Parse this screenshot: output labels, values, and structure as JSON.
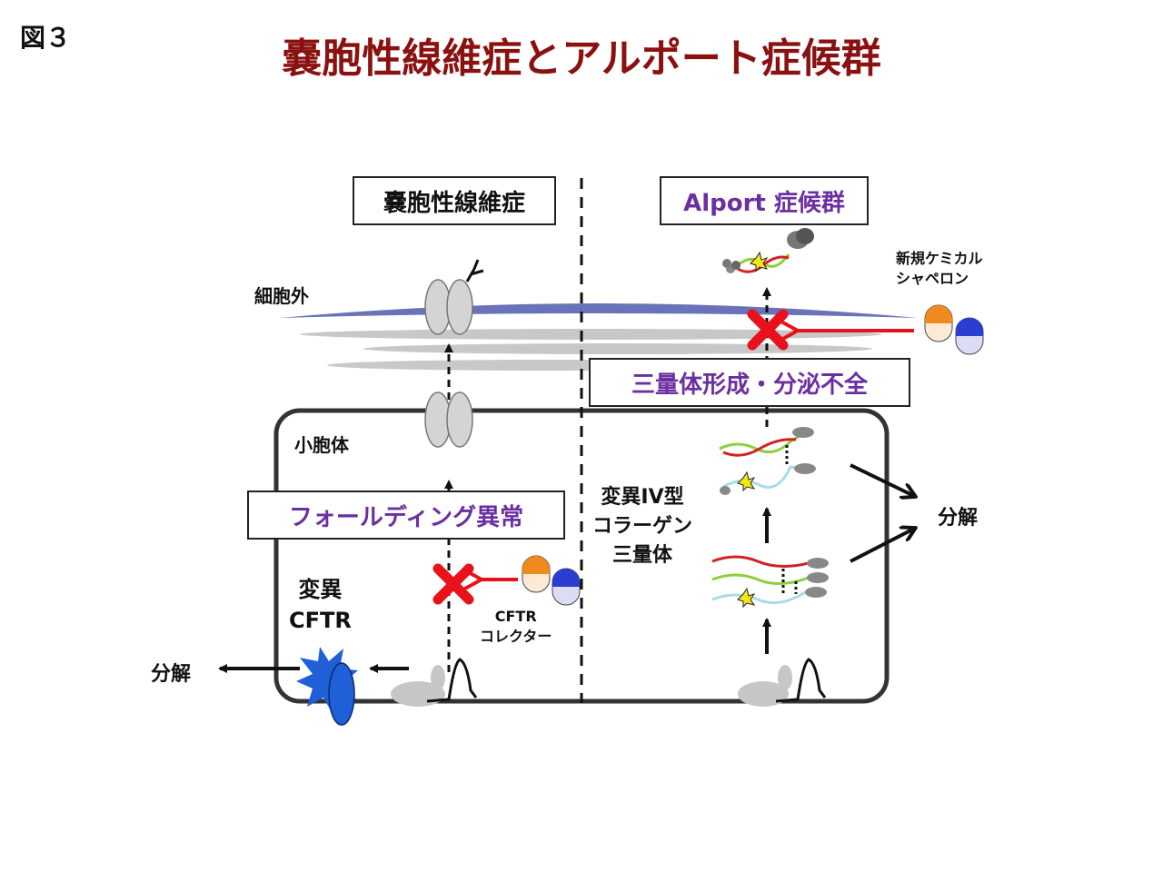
{
  "figure_label": "図３",
  "title": "嚢胞性線維症とアルポート症候群",
  "left_panel": {
    "heading": "嚢胞性線維症",
    "extracellular_label": "細胞外",
    "er_label": "小胞体",
    "defect_label": "フォールディング異常",
    "mutant_label_line1": "変異",
    "mutant_label_line2": "CFTR",
    "degradation_label": "分解",
    "drug_label_line1": "CFTR",
    "drug_label_line2": "コレクター"
  },
  "right_panel": {
    "heading": "Alport 症候群",
    "defect_label": "三量体形成・分泌不全",
    "collagen_label_line1": "変異IV型",
    "collagen_label_line2": "コラーゲン",
    "collagen_label_line3": "三量体",
    "degradation_label": "分解",
    "drug_label_line1": "新規ケミカル",
    "drug_label_line2": "シャペロン"
  },
  "colors": {
    "title": "#8b1010",
    "box_highlight": "#6b2fa0",
    "membrane": "#6a72b8",
    "block_x": "#e8121a",
    "capsule_orange": "#f08a1e",
    "capsule_blue": "#2a3fd0",
    "mutant_protein": "#1f5fd8"
  },
  "icons": [
    "block-x-icon",
    "capsule-icon",
    "ribosome-icon",
    "cftr-channel-icon",
    "mutation-star-icon"
  ]
}
